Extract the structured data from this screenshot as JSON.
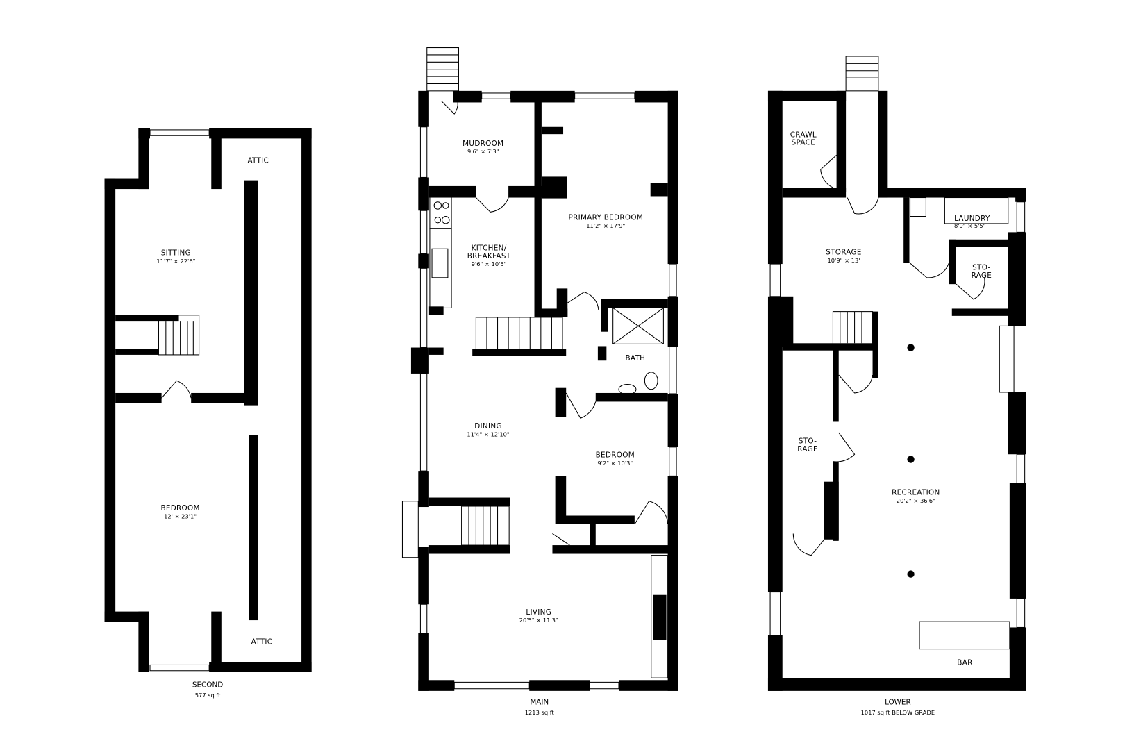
{
  "floors": {
    "second": {
      "name": "SECOND",
      "area": "577 sq ft",
      "rooms": [
        {
          "name": "ATTIC",
          "dims": ""
        },
        {
          "name": "SITTING",
          "dims": "11'7\" × 22'6\""
        },
        {
          "name": "BEDROOM",
          "dims": "12' × 23'1\""
        },
        {
          "name": "ATTIC",
          "dims": ""
        }
      ]
    },
    "main": {
      "name": "MAIN",
      "area": "1213 sq ft",
      "rooms": [
        {
          "name": "MUDROOM",
          "dims": "9'6\" × 7'3\""
        },
        {
          "name": "PRIMARY BEDROOM",
          "dims": "11'2\" × 17'9\""
        },
        {
          "name": "KITCHEN/",
          "name2": "BREAKFAST",
          "dims": "9'6\" × 10'5\""
        },
        {
          "name": "BATH",
          "dims": ""
        },
        {
          "name": "DINING",
          "dims": "11'4\" × 12'10\""
        },
        {
          "name": "BEDROOM",
          "dims": "9'2\" × 10'3\""
        },
        {
          "name": "LIVING",
          "dims": "20'5\" × 11'3\""
        }
      ]
    },
    "lower": {
      "name": "LOWER",
      "area": "1017 sq ft BELOW GRADE",
      "rooms": [
        {
          "name": "CRAWL",
          "name2": "SPACE",
          "dims": ""
        },
        {
          "name": "LAUNDRY",
          "dims": "8'9\" × 5'5\""
        },
        {
          "name": "STORAGE",
          "dims": "10'9\" × 13'"
        },
        {
          "name": "STO-",
          "name2": "RAGE",
          "dims": ""
        },
        {
          "name": "STO-",
          "name2": "RAGE",
          "dims": ""
        },
        {
          "name": "RECREATION",
          "dims": "20'2\" × 36'6\""
        },
        {
          "name": "BAR",
          "dims": ""
        }
      ]
    }
  }
}
